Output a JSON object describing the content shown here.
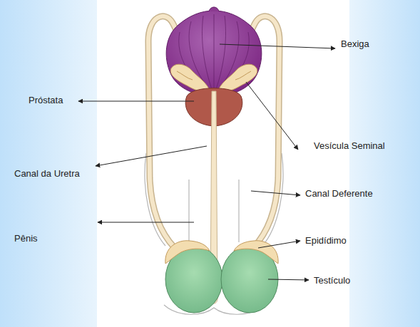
{
  "diagram": {
    "labels": [
      "Bexiga",
      "Próstata",
      "Vesícula Seminal",
      "Canal da Uretra",
      "Canal Deferente",
      "Pênis",
      "Epidídimo",
      "Testículo"
    ]
  }
}
